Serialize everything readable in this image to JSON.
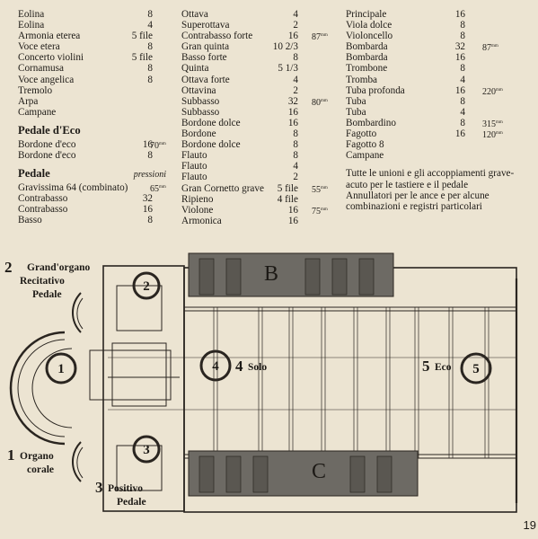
{
  "col1": {
    "manual_stops": [
      {
        "name": "Eolina",
        "feet": "8"
      },
      {
        "name": "Eolina",
        "feet": "4"
      },
      {
        "name": "Armonia eterea",
        "feet": "5 file"
      },
      {
        "name": "Voce etera",
        "feet": "8"
      },
      {
        "name": "Concerto violini",
        "feet": "5 file"
      },
      {
        "name": "Cornamusa",
        "feet": "8"
      },
      {
        "name": "Voce angelica",
        "feet": "8"
      },
      {
        "name": "Tremolo",
        "feet": ""
      },
      {
        "name": "Arpa",
        "feet": ""
      },
      {
        "name": "Campane",
        "feet": ""
      }
    ],
    "pedale_eco_title": "Pedale d'Eco",
    "pedale_eco": [
      {
        "name": "Bordone d'eco",
        "feet": "16",
        "pressure": "70"
      },
      {
        "name": "Bordone d'eco",
        "feet": "8"
      }
    ],
    "pedale_title": "Pedale",
    "pedale_pressure_label": "pressioni",
    "pedale": [
      {
        "name": "Gravissima 64 (combinato)",
        "feet": "",
        "pressure": "65"
      },
      {
        "name": "Contrabasso",
        "feet": "32"
      },
      {
        "name": "Contrabasso",
        "feet": "16"
      },
      {
        "name": "Basso",
        "feet": "8"
      }
    ]
  },
  "col2": [
    {
      "name": "Ottava",
      "feet": "4"
    },
    {
      "name": "Superottava",
      "feet": "2"
    },
    {
      "name": "Contrabasso forte",
      "feet": "16",
      "pressure": "87"
    },
    {
      "name": "Gran quinta",
      "feet": "10 2/3"
    },
    {
      "name": "Basso forte",
      "feet": "8"
    },
    {
      "name": "Quinta",
      "feet": "5 1/3"
    },
    {
      "name": "Ottava forte",
      "feet": "4"
    },
    {
      "name": "Ottavina",
      "feet": "2"
    },
    {
      "name": "Subbasso",
      "feet": "32",
      "pressure": "80"
    },
    {
      "name": "Subbasso",
      "feet": "16"
    },
    {
      "name": "Bordone dolce",
      "feet": "16"
    },
    {
      "name": "Bordone",
      "feet": "8"
    },
    {
      "name": "Bordone dolce",
      "feet": "8"
    },
    {
      "name": "Flauto",
      "feet": "8"
    },
    {
      "name": "Flauto",
      "feet": "4"
    },
    {
      "name": "Flauto",
      "feet": "2"
    },
    {
      "name": "Gran Cornetto grave",
      "feet": "5 file",
      "pressure": "55"
    },
    {
      "name": "Ripieno",
      "feet": "4 file"
    },
    {
      "name": "Violone",
      "feet": "16",
      "pressure": "75"
    },
    {
      "name": "Armonica",
      "feet": "16"
    }
  ],
  "col3": {
    "stops": [
      {
        "name": "Principale",
        "feet": "16"
      },
      {
        "name": "Viola dolce",
        "feet": "8"
      },
      {
        "name": "Violoncello",
        "feet": "8"
      },
      {
        "name": "Bombarda",
        "feet": "32",
        "pressure": "87"
      },
      {
        "name": "Bombarda",
        "feet": "16"
      },
      {
        "name": "Trombone",
        "feet": "8"
      },
      {
        "name": "Tromba",
        "feet": "4"
      },
      {
        "name": "Tuba profonda",
        "feet": "16",
        "pressure": "220"
      },
      {
        "name": "Tuba",
        "feet": "8"
      },
      {
        "name": "Tuba",
        "feet": "4"
      },
      {
        "name": "Bombardino",
        "feet": "8",
        "pressure": "315"
      },
      {
        "name": "Fagotto",
        "feet": "16",
        "pressure": "120"
      },
      {
        "name": "Fagotto 8",
        "feet": ""
      },
      {
        "name": "Campane",
        "feet": ""
      }
    ],
    "note1": "Tutte le unioni e gli accoppiamenti grave-acuto per le tastiere e il pedale",
    "note2": "Annullatori per le ance e per alcune combinazioni e registri particolari"
  },
  "pressure_unit": "mm",
  "plan_labels": {
    "l1_num": "1",
    "l1_text": "Organo corale",
    "l2_num": "2",
    "l2_text1": "Grand'organo",
    "l2_text2": "Recitativo",
    "l2_text3": "Pedale",
    "l3_num": "3",
    "l3_text1": "Positivo",
    "l3_text2": "Pedale",
    "l4_num": "4",
    "l4_text": "Solo",
    "l5_num": "5",
    "l5_text": "Eco",
    "c1": "1",
    "c2": "2",
    "c3": "3",
    "c4": "4",
    "c5": "5",
    "b": "B",
    "c": "C"
  },
  "page_number": "19"
}
